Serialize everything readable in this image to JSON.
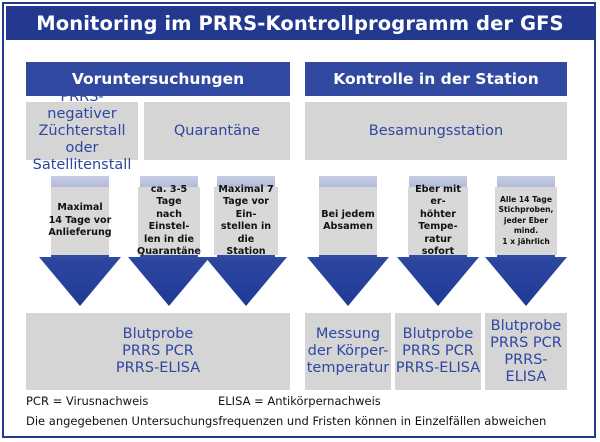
{
  "title": "Monitoring im PRRS-Kontrollprogramm der GFS",
  "sections": {
    "left": {
      "header": "Voruntersuchungen"
    },
    "right": {
      "header": "Kontrolle in der Station"
    }
  },
  "locations": {
    "zuechterstall": [
      "PRRS-negativer",
      "Züchterstall oder",
      "Satellitenstall"
    ],
    "quarantaene": "Quarantäne",
    "besamungsstation": "Besamungsstation"
  },
  "arrows": [
    {
      "lines": [
        "Maximal",
        "14 Tage vor",
        "Anlieferung"
      ]
    },
    {
      "lines": [
        "ca. 3-5 Tage",
        "nach Einstel-",
        "len in die",
        "Quarantäne"
      ]
    },
    {
      "lines": [
        "Maximal 7",
        "Tage vor Ein-",
        "stellen in die",
        "Station"
      ]
    },
    {
      "lines": [
        "Bei jedem",
        "Absamen"
      ]
    },
    {
      "lines": [
        "Eber mit er-",
        "höhter Tempe-",
        "ratur sofort"
      ]
    },
    {
      "lines": [
        "Alle 14 Tage",
        "Stichproben,",
        "jeder Eber mind.",
        "1 x jährlich"
      ]
    }
  ],
  "results": {
    "left": [
      "Blutprobe",
      "PRRS PCR",
      "PRRS-ELISA"
    ],
    "temp": [
      "Messung",
      "der Körper-",
      "temperatur"
    ],
    "mid": [
      "Blutprobe",
      "PRRS PCR",
      "PRRS-ELISA"
    ],
    "right": [
      "Blutprobe",
      "PRRS PCR",
      "PRRS-ELISA"
    ]
  },
  "legend": {
    "pcr": "PCR = Virusnachweis",
    "elisa": "ELISA = Antikörpernachweis"
  },
  "footnote": "Die angegebenen Untersuchungsfrequenzen und Fristen können in Einzelfällen abweichen",
  "colors": {
    "navy": "#22398f",
    "header_blue": "#3149a1",
    "gray_box": "#d5d5d5",
    "text_blue": "#2f47a0",
    "arrow_gradient": [
      "#c8cde3",
      "#1f3a96"
    ]
  }
}
